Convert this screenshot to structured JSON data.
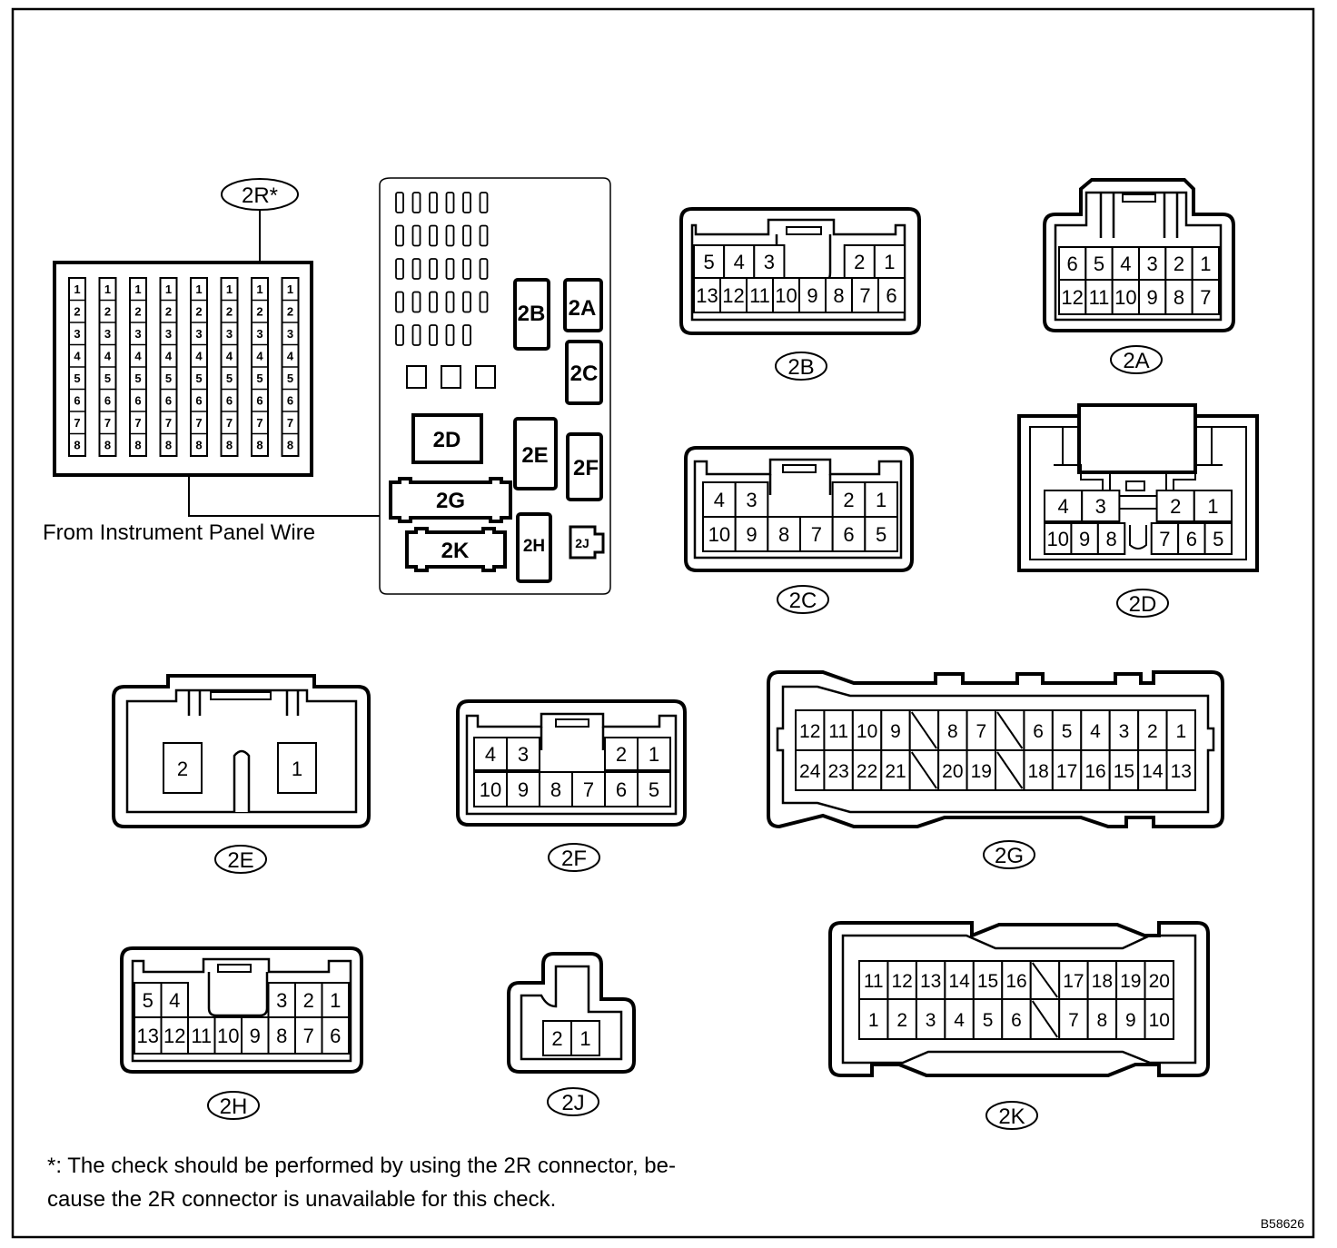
{
  "figure_id": "B58626",
  "footnote": {
    "line1": "*: The check should be performed by using the 2R connector, be-",
    "line2": "cause the 2R connector is unavailable for this check."
  },
  "wire_label": "From Instrument Panel Wire",
  "connector_2r": {
    "label": "2R*",
    "pins": [
      "1",
      "2",
      "3",
      "4",
      "5",
      "6",
      "7",
      "8"
    ],
    "column_count": 8
  },
  "junction_block": {
    "slots": [
      "2B",
      "2A",
      "2C",
      "2D",
      "2E",
      "2F",
      "2G",
      "2K",
      "2H",
      "2J"
    ]
  },
  "connectors": [
    {
      "id": "2B",
      "label": "2B",
      "rows": [
        [
          "5",
          "4",
          "3",
          "",
          "",
          "2",
          "1"
        ],
        [
          "13",
          "12",
          "11",
          "10",
          "9",
          "8",
          "7",
          "6"
        ]
      ]
    },
    {
      "id": "2A",
      "label": "2A",
      "rows": [
        [
          "6",
          "5",
          "4",
          "3",
          "2",
          "1"
        ],
        [
          "12",
          "11",
          "10",
          "9",
          "8",
          "7"
        ]
      ]
    },
    {
      "id": "2C",
      "label": "2C",
      "rows": [
        [
          "4",
          "3",
          "",
          "",
          "2",
          "1"
        ],
        [
          "10",
          "9",
          "8",
          "7",
          "6",
          "5"
        ]
      ]
    },
    {
      "id": "2D",
      "label": "2D",
      "rows": [
        [
          "4",
          "3",
          "",
          "2",
          "1"
        ],
        [
          "10",
          "9",
          "8",
          "",
          "7",
          "6",
          "5"
        ]
      ]
    },
    {
      "id": "2E",
      "label": "2E",
      "rows": [
        [
          "2",
          "1"
        ]
      ]
    },
    {
      "id": "2F",
      "label": "2F",
      "rows": [
        [
          "4",
          "3",
          "",
          "",
          "2",
          "1"
        ],
        [
          "10",
          "9",
          "8",
          "7",
          "6",
          "5"
        ]
      ]
    },
    {
      "id": "2G",
      "label": "2G",
      "rows": [
        [
          "12",
          "11",
          "10",
          "9",
          "",
          "8",
          "7",
          "",
          "6",
          "5",
          "4",
          "3",
          "2",
          "1"
        ],
        [
          "24",
          "23",
          "22",
          "21",
          "",
          "20",
          "19",
          "",
          "18",
          "17",
          "16",
          "15",
          "14",
          "13"
        ]
      ]
    },
    {
      "id": "2H",
      "label": "2H",
      "rows": [
        [
          "5",
          "4",
          "",
          "",
          "",
          "3",
          "2",
          "1"
        ],
        [
          "13",
          "12",
          "11",
          "10",
          "9",
          "8",
          "7",
          "6"
        ]
      ]
    },
    {
      "id": "2J",
      "label": "2J",
      "rows": [
        [
          "2",
          "1"
        ]
      ]
    },
    {
      "id": "2K",
      "label": "2K",
      "rows": [
        [
          "11",
          "12",
          "13",
          "14",
          "15",
          "16",
          "",
          "17",
          "18",
          "19",
          "20"
        ],
        [
          "1",
          "2",
          "3",
          "4",
          "5",
          "6",
          "",
          "7",
          "8",
          "9",
          "10"
        ]
      ]
    }
  ]
}
